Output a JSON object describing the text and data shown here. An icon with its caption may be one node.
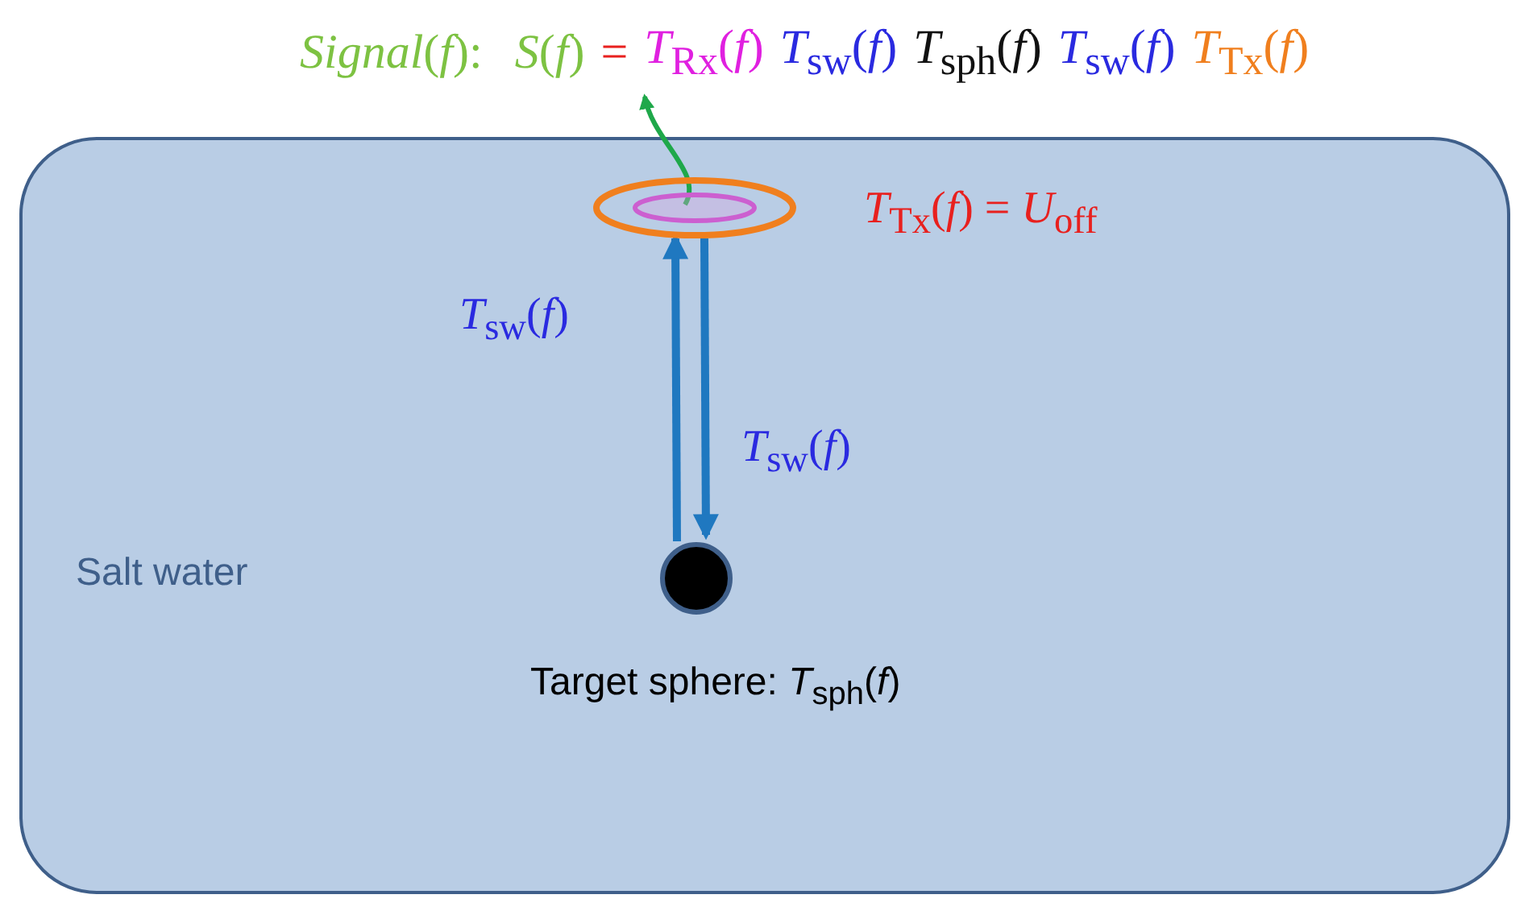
{
  "diagram": {
    "nodes": [
      {
        "text": [
          "Salt water"
        ]
      },
      {
        "text": [],
        "shape": "ring",
        "in": 0,
        "beside": [
          "*T*$_{Tx}$(*f*) = *U*$_{off}$"
        ]
      },
      {
        "text": [],
        "shape": "circle",
        "in": 0,
        "beside": [
          "Target sphere: *T*$_{sph}$(*f*)"
        ]
      },
      {
        "text": [
          "*Signal*(*f*):",
          "*S*(*f*)",
          "=",
          "*T*$_{Rx}$(*f*)",
          "*T*$_{sw}$(*f*)",
          "*T*$_{sph}$(*f*)",
          "*T*$_{sw}$(*f*)",
          "*T*$_{Tx}$(*f*)"
        ]
      }
    ],
    "edges": [
      {
        "from": 2,
        "to": 1,
        "arrow": "to",
        "label": "*T*$_{sw}$(*f*)"
      },
      {
        "from": 1,
        "to": 2,
        "arrow": "to",
        "label": "*T*$_{sw}$(*f*)"
      },
      {
        "from": 1,
        "to": 3,
        "arrow": "to",
        "color": "#1fa84a"
      }
    ]
  }
}
